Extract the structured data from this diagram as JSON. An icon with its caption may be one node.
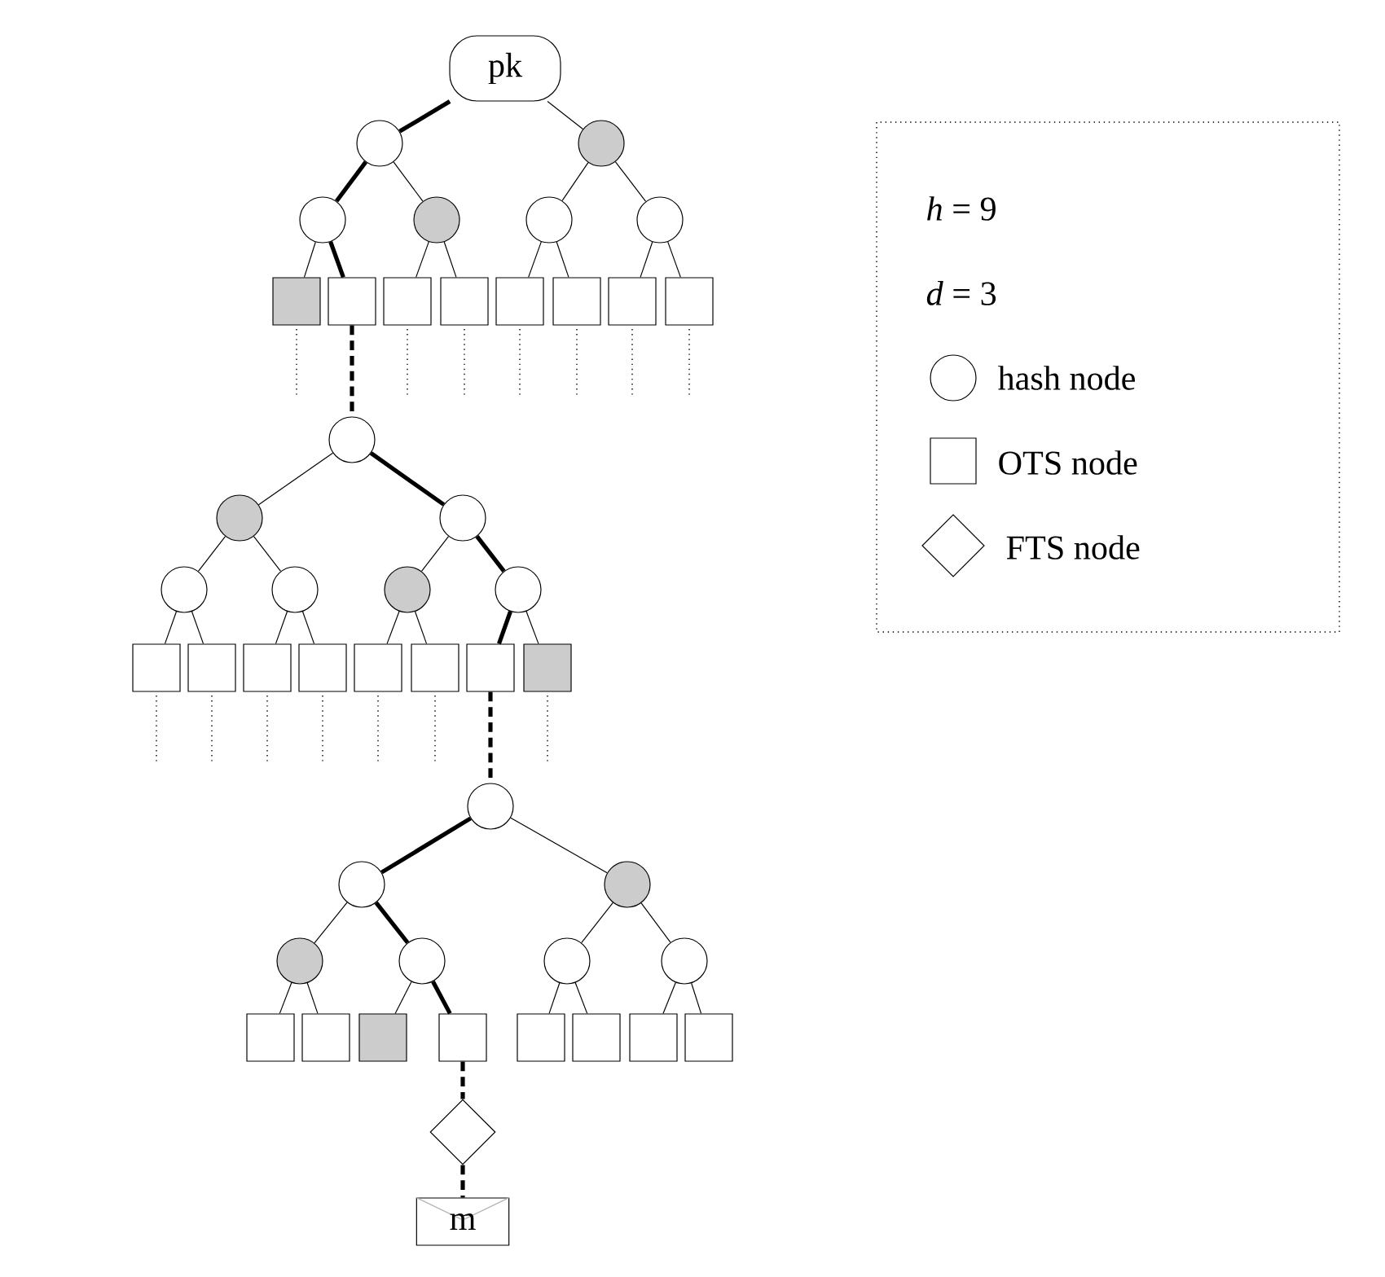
{
  "diagram": {
    "nodes": [
      {
        "text": [
          "pk"
        ]
      },
      {
        "text": [],
        "shape": "circle"
      },
      {
        "text": [],
        "shape": "circle"
      },
      {
        "text": [],
        "shape": "circle"
      },
      {
        "text": [],
        "shape": "circle"
      },
      {
        "text": [],
        "shape": "circle"
      },
      {
        "text": [],
        "shape": "circle"
      },
      {
        "text": [],
        "shape": "box"
      },
      {
        "text": [],
        "shape": "box"
      },
      {
        "text": [],
        "shape": "box"
      },
      {
        "text": [],
        "shape": "box"
      },
      {
        "text": [],
        "shape": "box"
      },
      {
        "text": [],
        "shape": "box"
      },
      {
        "text": [],
        "shape": "box"
      },
      {
        "text": [],
        "shape": "box"
      },
      {
        "text": [],
        "shape": "circle"
      },
      {
        "text": [],
        "shape": "circle"
      },
      {
        "text": [],
        "shape": "circle"
      },
      {
        "text": [],
        "shape": "circle"
      },
      {
        "text": [],
        "shape": "circle"
      },
      {
        "text": [],
        "shape": "circle"
      },
      {
        "text": [],
        "shape": "circle"
      },
      {
        "text": [],
        "shape": "box"
      },
      {
        "text": [],
        "shape": "box"
      },
      {
        "text": [],
        "shape": "box"
      },
      {
        "text": [],
        "shape": "box"
      },
      {
        "text": [],
        "shape": "box"
      },
      {
        "text": [],
        "shape": "box"
      },
      {
        "text": [],
        "shape": "box"
      },
      {
        "text": [],
        "shape": "box"
      },
      {
        "text": [],
        "shape": "circle"
      },
      {
        "text": [],
        "shape": "circle"
      },
      {
        "text": [],
        "shape": "circle"
      },
      {
        "text": [],
        "shape": "circle"
      },
      {
        "text": [],
        "shape": "circle"
      },
      {
        "text": [],
        "shape": "circle"
      },
      {
        "text": [],
        "shape": "circle"
      },
      {
        "text": [],
        "shape": "box"
      },
      {
        "text": [],
        "shape": "box"
      },
      {
        "text": [],
        "shape": "box"
      },
      {
        "text": [],
        "shape": "box"
      },
      {
        "text": [],
        "shape": "box"
      },
      {
        "text": [],
        "shape": "box"
      },
      {
        "text": [],
        "shape": "box"
      },
      {
        "text": [],
        "shape": "box"
      },
      {
        "text": [],
        "shape": "diamond"
      },
      {
        "text": [
          "m"
        ]
      }
    ],
    "edges": [
      {
        "from": 0,
        "to": 1,
        "arrow": "none",
        "style": "thick"
      },
      {
        "from": 0,
        "to": 2,
        "arrow": "none"
      },
      {
        "from": 1,
        "to": 3,
        "arrow": "none",
        "style": "thick"
      },
      {
        "from": 1,
        "to": 4,
        "arrow": "none"
      },
      {
        "from": 2,
        "to": 5,
        "arrow": "none"
      },
      {
        "from": 2,
        "to": 6,
        "arrow": "none"
      },
      {
        "from": 3,
        "to": 7,
        "arrow": "none"
      },
      {
        "from": 3,
        "to": 8,
        "arrow": "none",
        "style": "thick"
      },
      {
        "from": 4,
        "to": 9,
        "arrow": "none"
      },
      {
        "from": 4,
        "to": 10,
        "arrow": "none"
      },
      {
        "from": 5,
        "to": 11,
        "arrow": "none"
      },
      {
        "from": 5,
        "to": 12,
        "arrow": "none"
      },
      {
        "from": 6,
        "to": 13,
        "arrow": "none"
      },
      {
        "from": 6,
        "to": 14,
        "arrow": "none"
      },
      {
        "from": 8,
        "to": 15,
        "arrow": "none",
        "style": "dashed"
      },
      {
        "from": 15,
        "to": 16,
        "arrow": "none"
      },
      {
        "from": 15,
        "to": 17,
        "arrow": "none",
        "style": "thick"
      },
      {
        "from": 16,
        "to": 18,
        "arrow": "none"
      },
      {
        "from": 16,
        "to": 19,
        "arrow": "none"
      },
      {
        "from": 17,
        "to": 20,
        "arrow": "none"
      },
      {
        "from": 17,
        "to": 21,
        "arrow": "none",
        "style": "thick"
      },
      {
        "from": 18,
        "to": 22,
        "arrow": "none"
      },
      {
        "from": 18,
        "to": 23,
        "arrow": "none"
      },
      {
        "from": 19,
        "to": 24,
        "arrow": "none"
      },
      {
        "from": 19,
        "to": 25,
        "arrow": "none"
      },
      {
        "from": 20,
        "to": 26,
        "arrow": "none"
      },
      {
        "from": 20,
        "to": 27,
        "arrow": "none"
      },
      {
        "from": 21,
        "to": 28,
        "arrow": "none",
        "style": "thick"
      },
      {
        "from": 21,
        "to": 29,
        "arrow": "none"
      },
      {
        "from": 28,
        "to": 30,
        "arrow": "none",
        "style": "dashed"
      },
      {
        "from": 30,
        "to": 31,
        "arrow": "none",
        "style": "thick"
      },
      {
        "from": 30,
        "to": 32,
        "arrow": "none"
      },
      {
        "from": 31,
        "to": 33,
        "arrow": "none"
      },
      {
        "from": 31,
        "to": 34,
        "arrow": "none",
        "style": "thick"
      },
      {
        "from": 32,
        "to": 35,
        "arrow": "none"
      },
      {
        "from": 32,
        "to": 36,
        "arrow": "none"
      },
      {
        "from": 33,
        "to": 37,
        "arrow": "none"
      },
      {
        "from": 33,
        "to": 38,
        "arrow": "none"
      },
      {
        "from": 34,
        "to": 39,
        "arrow": "none"
      },
      {
        "from": 34,
        "to": 40,
        "arrow": "none",
        "style": "thick"
      },
      {
        "from": 35,
        "to": 41,
        "arrow": "none"
      },
      {
        "from": 35,
        "to": 42,
        "arrow": "none"
      },
      {
        "from": 36,
        "to": 43,
        "arrow": "none"
      },
      {
        "from": 36,
        "to": 44,
        "arrow": "none"
      },
      {
        "from": 40,
        "to": 45,
        "arrow": "none",
        "style": "dashed"
      },
      {
        "from": 45,
        "to": 46,
        "arrow": "none",
        "style": "dashed"
      }
    ],
    "labels": [
      "*h* = 9",
      "*d* = 3"
    ],
    "legend": [
      {
        "text": "hash node"
      },
      {
        "text": "OTS node"
      },
      {
        "text": "FTS node"
      }
    ]
  }
}
